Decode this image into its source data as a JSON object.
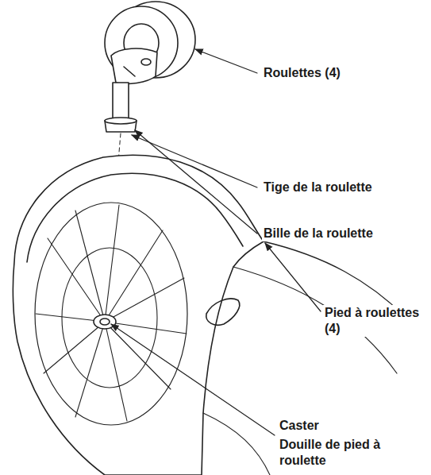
{
  "diagram": {
    "labels": [
      "Roulettes (4)",
      "Tige de la roulette",
      "Bille de la roulette",
      "Pied à roulettes (4)",
      "Caster",
      "Douille de pied à roulette"
    ]
  }
}
